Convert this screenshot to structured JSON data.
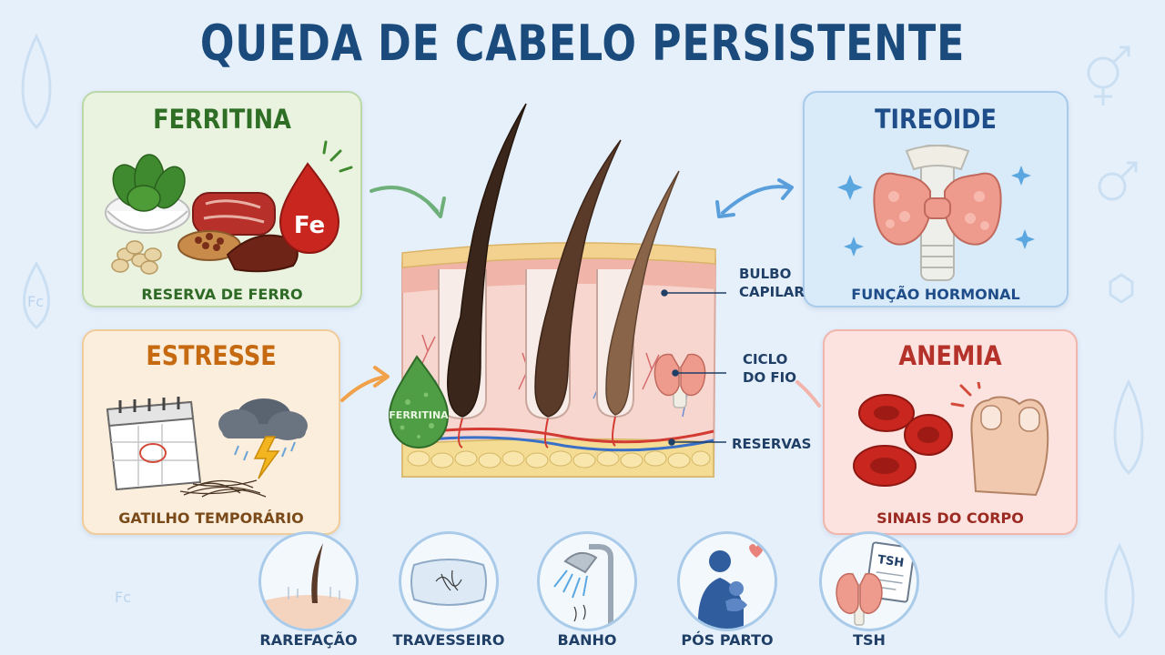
{
  "title": "QUEDA DE CABELO PERSISTENTE",
  "cards": {
    "ferritina": {
      "title": "FERRITINA",
      "subtitle": "RESERVA DE FERRO",
      "badge": "Fe"
    },
    "tireoide": {
      "title": "TIREOIDE",
      "subtitle": "FUNÇÃO HORMONAL"
    },
    "estresse": {
      "title": "ESTRESSE",
      "subtitle": "GATILHO TEMPORÁRIO"
    },
    "anemia": {
      "title": "ANEMIA",
      "subtitle": "SINAIS DO CORPO"
    }
  },
  "center": {
    "drop_label": "FERRITINA",
    "labels": {
      "bulbo_l1": "BULBO",
      "bulbo_l2": "CAPILAR",
      "ciclo_l1": "CICLO",
      "ciclo_l2": "DO FIO",
      "reservas": "RESERVAS"
    }
  },
  "bottom": [
    {
      "label": "RAREFAÇÃO",
      "icon": "hair-thinning-icon"
    },
    {
      "label": "TRAVESSEIRO",
      "icon": "pillow-icon"
    },
    {
      "label": "BANHO",
      "icon": "shower-icon"
    },
    {
      "label": "PÓS PARTO",
      "icon": "mother-baby-icon"
    },
    {
      "label": "TSH",
      "icon": "tsh-report-icon",
      "doc_text": "TSH"
    }
  ],
  "colors": {
    "background": "#e6f0fb",
    "title": "#1a4b7c",
    "ferritina": "#2e6e25",
    "tireoide": "#1f4d8a",
    "estresse": "#c66a12",
    "anemia": "#b4322a"
  }
}
